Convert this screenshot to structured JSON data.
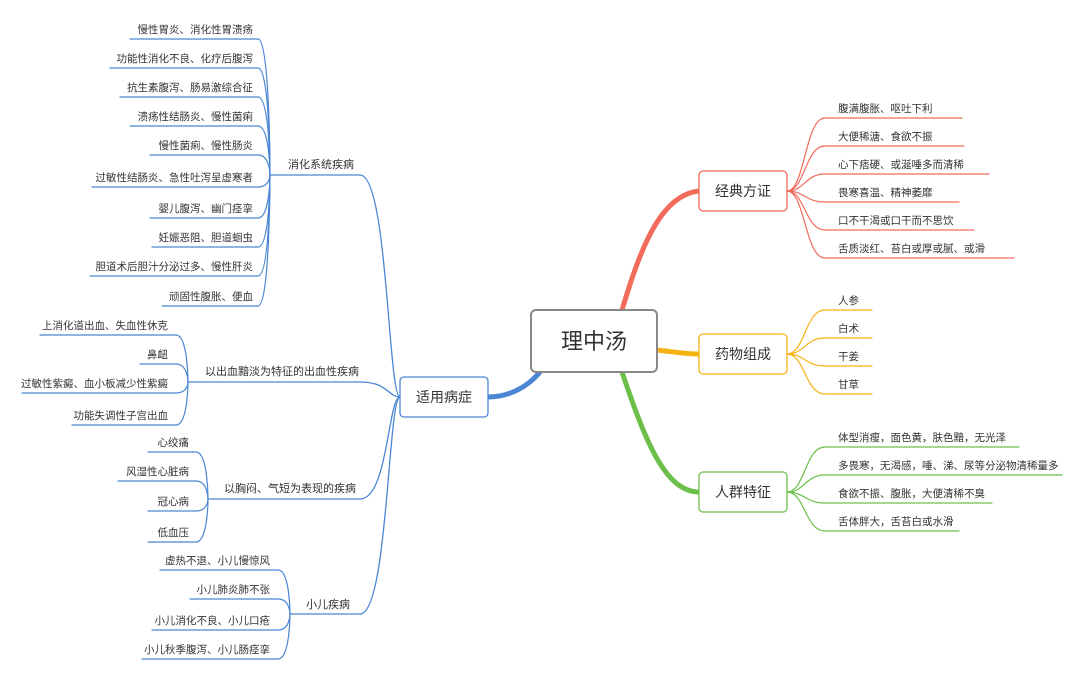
{
  "root": {
    "label": "理中汤"
  },
  "colors": {
    "classic": "#f26b5b",
    "herbs": "#f5b312",
    "people": "#6cc04a",
    "indications": "#4a86d4",
    "root_border": "#888888"
  },
  "classic": {
    "label": "经典方证",
    "items": [
      "腹满腹胀、呕吐下利",
      "大便稀溏、食欲不振",
      "心下痞硬、或涎唾多而清稀",
      "畏寒喜温、精神萎靡",
      "口不干渴或口干而不思饮",
      "舌质淡红、苔白或厚或腻、或滑"
    ]
  },
  "herbs": {
    "label": "药物组成",
    "items": [
      "人参",
      "白术",
      "干姜",
      "甘草"
    ]
  },
  "people": {
    "label": "人群特征",
    "items": [
      "体型消瘦，面色黄，肤色黯，无光泽",
      "多畏寒，无渴感，唾、涕、尿等分泌物清稀量多",
      "食欲不振、腹胀，大便清稀不臭",
      "舌体胖大，舌苔白或水滑"
    ]
  },
  "indications": {
    "label": "适用病症",
    "groups": [
      {
        "label": "消化系统疾病",
        "items": [
          "慢性胃炎、消化性胃溃疡",
          "功能性消化不良、化疗后腹泻",
          "抗生素腹泻、肠易激综合征",
          "溃疡性结肠炎、慢性菌痢",
          "慢性菌痢、慢性肠炎",
          "过敏性结肠炎、急性吐泻呈虚寒者",
          "婴儿腹泻、幽门痉挛",
          "妊娠恶阻、胆道蛔虫",
          "胆道术后胆汁分泌过多、慢性肝炎",
          "顽固性腹胀、便血"
        ]
      },
      {
        "label": "以出血黯淡为特征的出血性疾病",
        "items": [
          "上消化道出血、失血性休克",
          "鼻衄",
          "过敏性紫癜、血小板减少性紫癜",
          "功能失调性子宫出血"
        ]
      },
      {
        "label": "以胸闷、气短为表现的疾病",
        "items": [
          "心绞痛",
          "风湿性心脏病",
          "冠心病",
          "低血压"
        ]
      },
      {
        "label": "小儿疾病",
        "items": [
          "虚热不退、小儿慢惊风",
          "小儿肺炎肺不张",
          "小儿消化不良、小儿口疮",
          "小儿秋季腹泻、小儿肠痉挛"
        ]
      }
    ]
  }
}
